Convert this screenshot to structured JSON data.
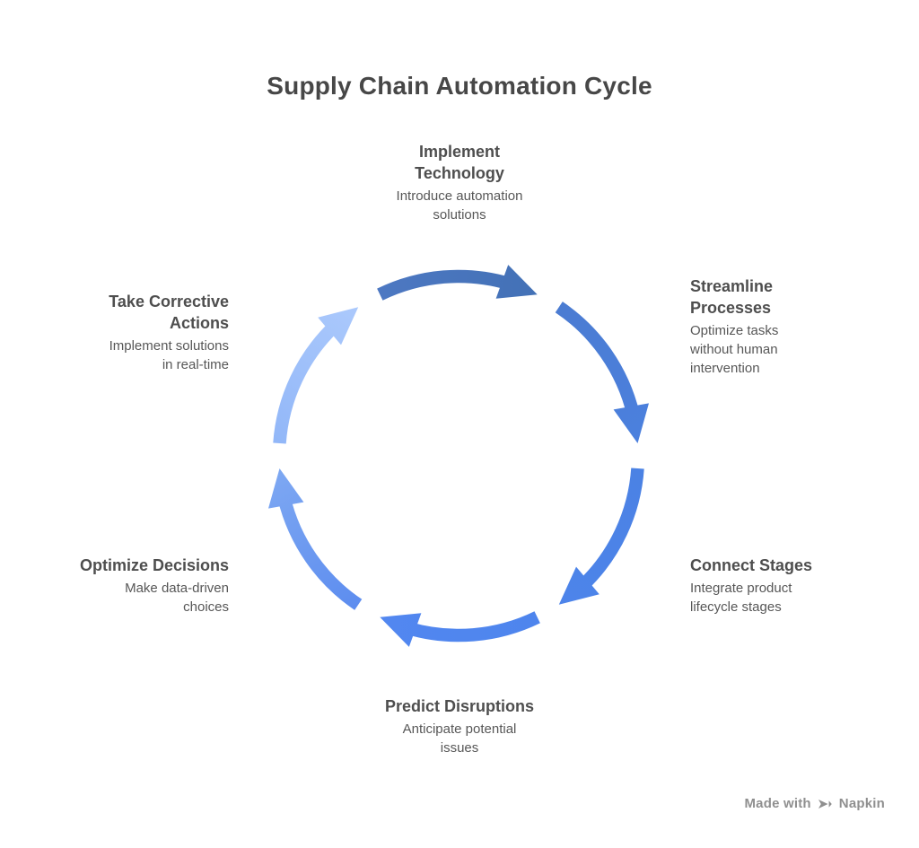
{
  "title": {
    "text": "Supply Chain Automation Cycle",
    "color": "#474747"
  },
  "cycle": {
    "type": "cycle-diagram",
    "direction": "clockwise",
    "text_colors": {
      "stage_title": "#4e4e4e",
      "stage_subtitle": "#575757"
    },
    "stages": [
      {
        "order": 1,
        "position": "top",
        "title": "Implement\nTechnology",
        "subtitle": "Introduce automation\nsolutions",
        "arrow_color_from": "#4d78c2",
        "arrow_color_to": "#4371b6"
      },
      {
        "order": 2,
        "position": "right-top",
        "title": "Streamline\nProcesses",
        "subtitle": "Optimize tasks\nwithout human\nintervention",
        "arrow_color_from": "#4b7cd2",
        "arrow_color_to": "#4b80de"
      },
      {
        "order": 3,
        "position": "right-bottom",
        "title": "Connect Stages",
        "subtitle": "Integrate product\nlifecycle stages",
        "arrow_color_from": "#4b82e4",
        "arrow_color_to": "#4d84ea"
      },
      {
        "order": 4,
        "position": "bottom",
        "title": "Predict Disruptions",
        "subtitle": "Anticipate potential\nissues",
        "arrow_color_from": "#4e85ed",
        "arrow_color_to": "#5287f0"
      },
      {
        "order": 5,
        "position": "left-bottom",
        "title": "Optimize Decisions",
        "subtitle": "Make data-driven\nchoices",
        "arrow_color_from": "#5d8def",
        "arrow_color_to": "#7ea8f2"
      },
      {
        "order": 6,
        "position": "left-top",
        "title": "Take Corrective\nActions",
        "subtitle": "Implement solutions\nin real-time",
        "arrow_color_from": "#92b7f8",
        "arrow_color_to": "#abc9fc"
      }
    ]
  },
  "watermark": {
    "text_prefix": "Made with",
    "brand": "Napkin",
    "color": "#8f8f8f"
  }
}
